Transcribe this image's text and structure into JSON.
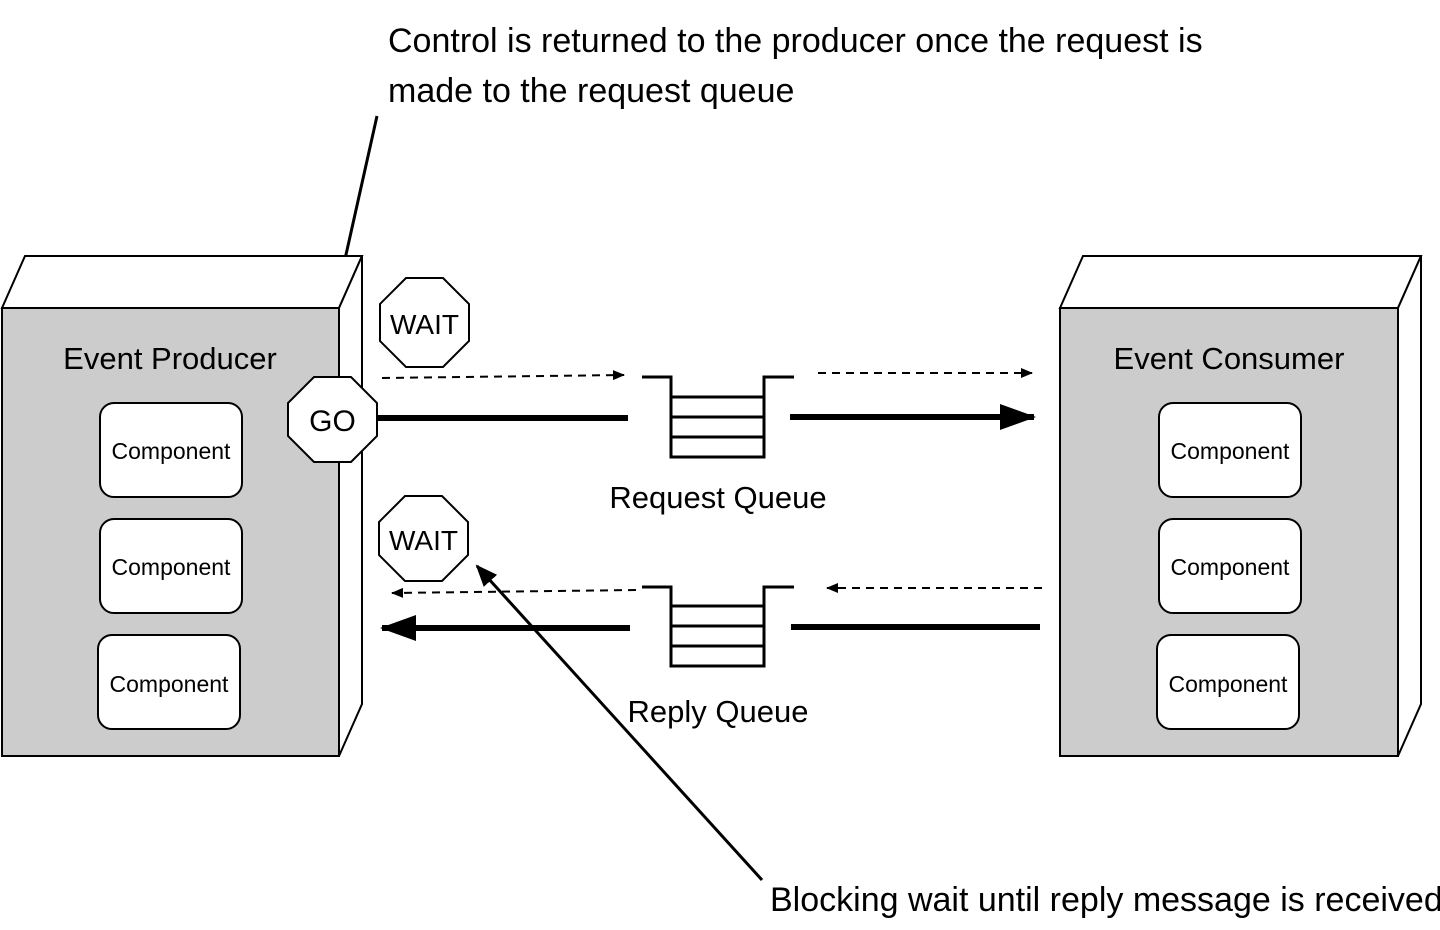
{
  "annotations": {
    "top_line1": "Control is returned to the producer once the request is",
    "top_line2": "made to the request queue",
    "bottom": "Blocking wait until reply message is received"
  },
  "producer": {
    "title": "Event Producer",
    "components": [
      "Component",
      "Component",
      "Component"
    ]
  },
  "consumer": {
    "title": "Event Consumer",
    "components": [
      "Component",
      "Component",
      "Component"
    ]
  },
  "signs": {
    "wait_top": "WAIT",
    "go": "GO",
    "wait_bottom": "WAIT"
  },
  "queues": {
    "request": "Request Queue",
    "reply": "Reply Queue"
  },
  "colors": {
    "box_fill": "#cccccc",
    "line": "#000000",
    "component_fill": "#ffffff"
  }
}
